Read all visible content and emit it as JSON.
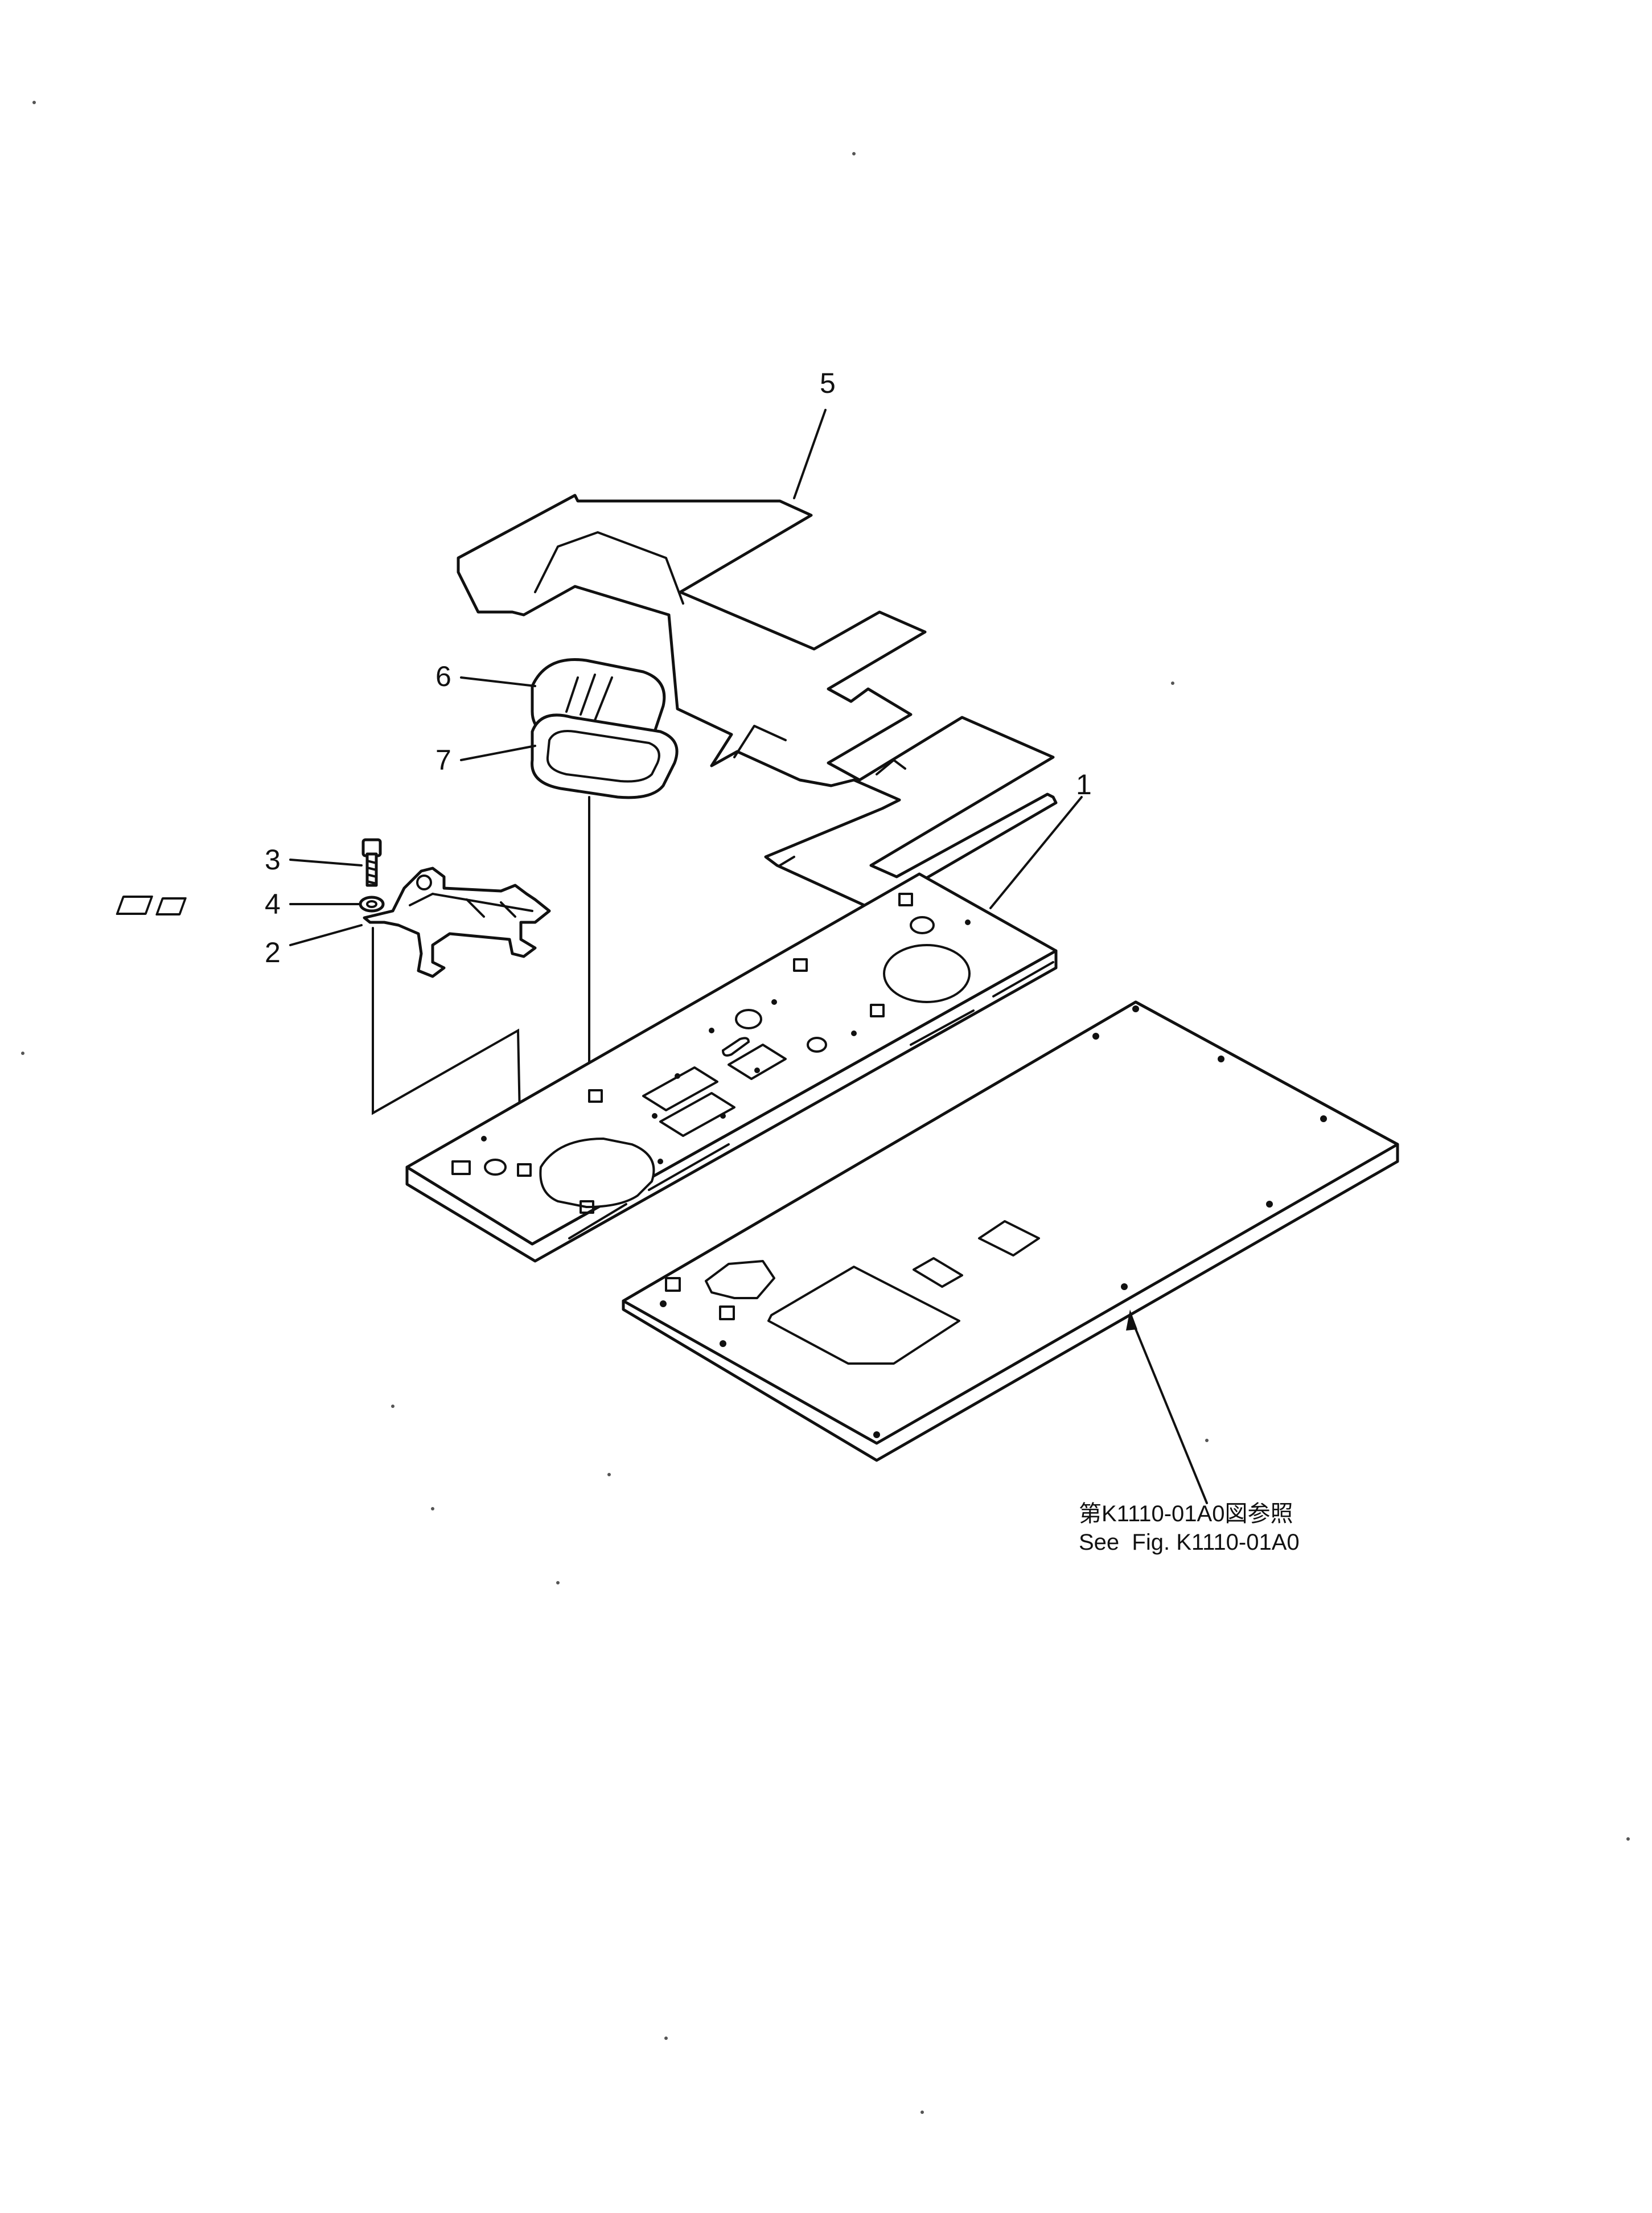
{
  "callouts": {
    "c1": "1",
    "c2": "2",
    "c3": "3",
    "c4": "4",
    "c5": "5",
    "c6": "6",
    "c7": "7"
  },
  "reference": {
    "line_jp": "第K1110-01A0図参照",
    "line_en": "See  Fig. K1110-01A0"
  },
  "colors": {
    "ink": "#111111",
    "paper": "#ffffff"
  }
}
